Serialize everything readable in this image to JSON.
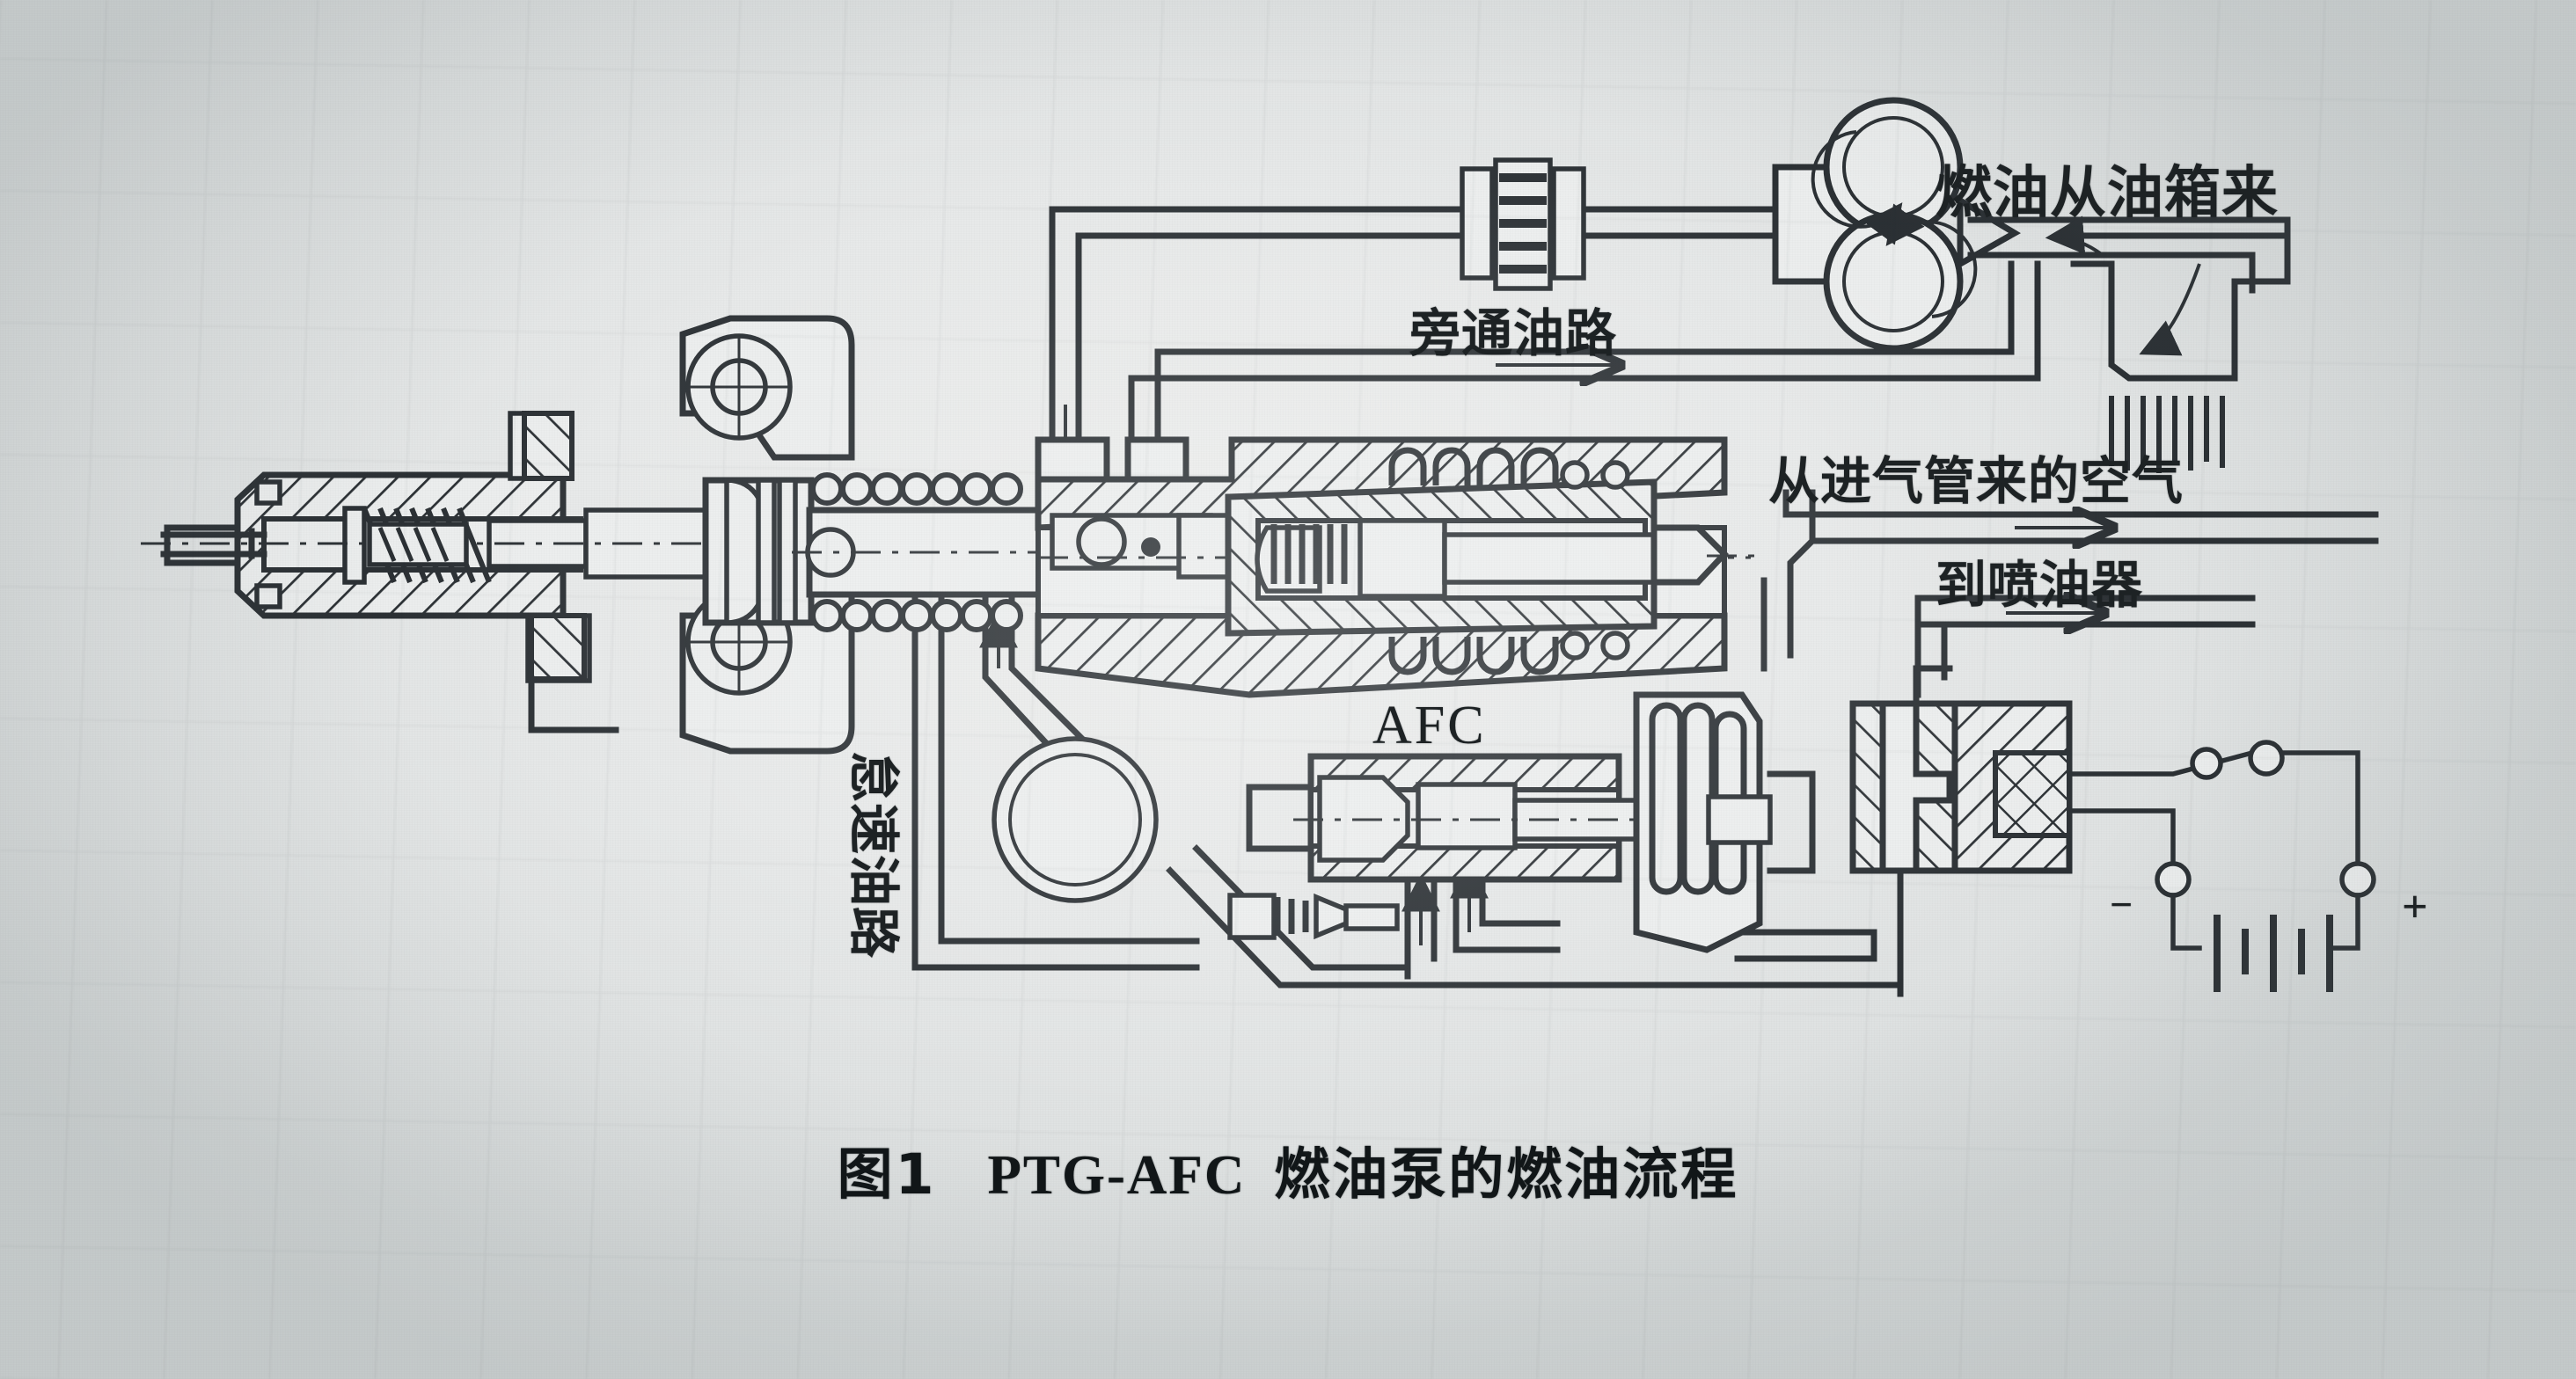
{
  "figure": {
    "caption_index": "图1",
    "caption_code": "PTG-AFC",
    "caption_text": "燃油泵的燃油流程",
    "caption_full": "图1    PTG-AFC  燃油泵的燃油流程",
    "background_color": "#e7e9e9",
    "ink_color": "#2a2f33"
  },
  "labels": {
    "fuel_from_tank": "燃油从油箱来",
    "bypass_circuit": "旁通油路",
    "air_from_intake": "从进气管来的空气",
    "to_injector": "到喷油器",
    "idle_circuit": "怠速油路",
    "afc": "AFC",
    "terminal_negative": "−",
    "terminal_positive": "+"
  },
  "components": [
    {
      "name": "gear-pump",
      "kind": "pump",
      "symbol": "two-circles-with-rotation-arrows"
    },
    {
      "name": "fuel-filter",
      "kind": "filter",
      "symbol": "barred-rectangle"
    },
    {
      "name": "governor-flyweights",
      "kind": "mechanical",
      "symbol": "pivoted-weights"
    },
    {
      "name": "governor-spring-barrel",
      "kind": "mechanical",
      "symbol": "sectioned-spring-housing"
    },
    {
      "name": "afc-valve",
      "kind": "valve",
      "symbol": "spool-valve-with-springs"
    },
    {
      "name": "throttle-shaft",
      "kind": "valve",
      "symbol": "rotary-throttle"
    },
    {
      "name": "pressure-damper",
      "kind": "damper",
      "symbol": "circle-on-line"
    },
    {
      "name": "check-valve",
      "kind": "valve",
      "symbol": "inline-restrictor"
    },
    {
      "name": "shutdown-solenoid",
      "kind": "solenoid",
      "symbol": "cross-hatched-coil-block"
    },
    {
      "name": "battery",
      "kind": "electrical",
      "symbol": "battery-plates"
    },
    {
      "name": "return-to-tank",
      "kind": "port",
      "symbol": "curved-return-arrows"
    }
  ]
}
